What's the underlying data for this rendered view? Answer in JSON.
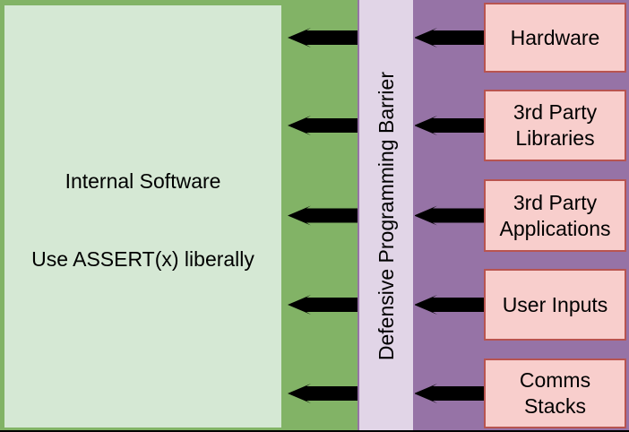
{
  "internal": {
    "name": "Internal Software",
    "note": "Use ASSERT(x) liberally"
  },
  "barrier": {
    "label": "Defensive Programming Barrier"
  },
  "sources": [
    {
      "label": "Hardware"
    },
    {
      "label": "3rd Party\nLibraries"
    },
    {
      "label": "3rd Party\nApplications"
    },
    {
      "label": "User Inputs"
    },
    {
      "label": "Comms\nStacks"
    }
  ],
  "colors": {
    "internal_fill": "#d5e8d4",
    "internal_border": "#82b366",
    "internal_zone": "#82b366",
    "barrier_fill": "#e1d5e7",
    "barrier_border": "#9673a6",
    "external_zone": "#9673a6",
    "source_fill": "#f8cecc",
    "source_border": "#b85450",
    "arrow": "#000000",
    "text": "#000000"
  }
}
